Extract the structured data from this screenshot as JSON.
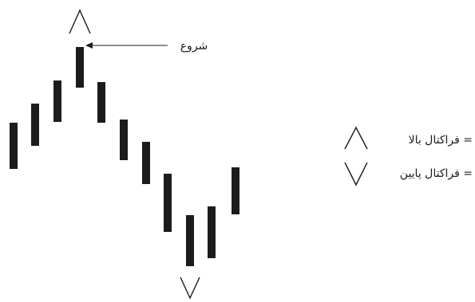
{
  "annotation": {
    "start_label": "شروع"
  },
  "legend": {
    "up_label": "فراكتال بالا =",
    "down_label": "فراكتال پايين ="
  },
  "icons": {
    "up": "up-fractal-marker-icon",
    "down": "down-fractal-marker-icon"
  },
  "colors": {
    "ink": "#1c1c1c",
    "background": "#ffffff"
  }
}
